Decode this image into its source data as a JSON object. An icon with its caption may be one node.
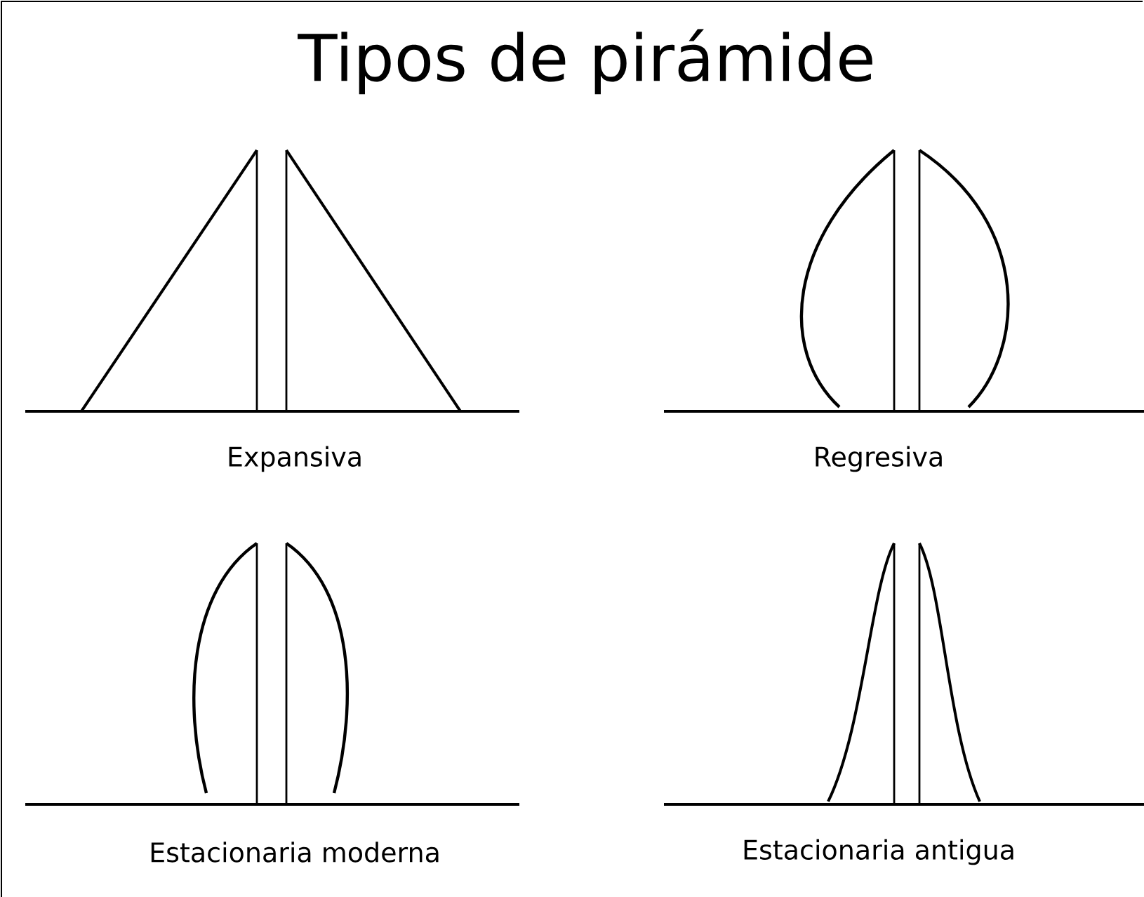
{
  "diagram": {
    "title": "Tipos de pirámide",
    "labels": [
      "Expansiva",
      "Regresiva",
      "Estacionaria moderna",
      "Estacionaria antigua"
    ]
  }
}
